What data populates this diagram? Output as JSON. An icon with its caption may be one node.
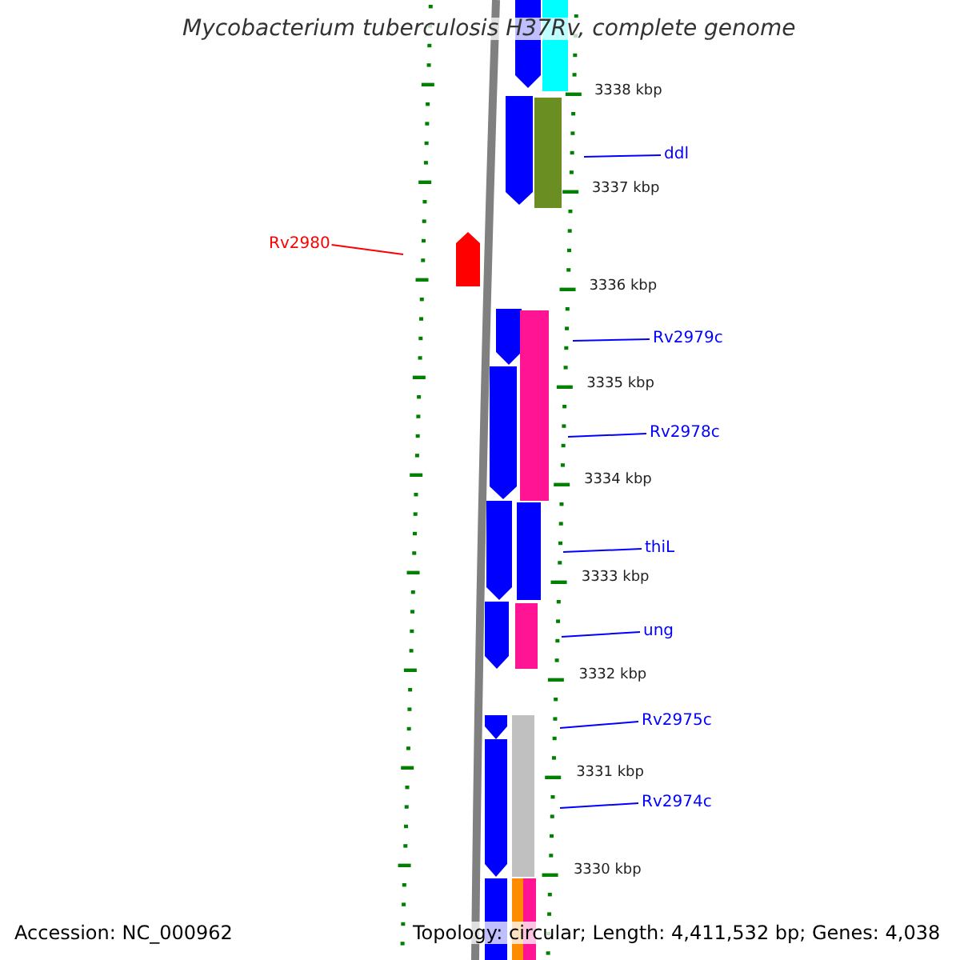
{
  "diagram": {
    "title": "Mycobacterium tuberculosis H37Rv, complete genome",
    "nodes": [
      {
        "text": [
          "ddl"
        ]
      },
      {
        "text": [
          "Rv2980"
        ]
      },
      {
        "text": [
          "Rv2979c"
        ]
      },
      {
        "text": [
          "Rv2978c"
        ]
      },
      {
        "text": [
          "thiL"
        ]
      },
      {
        "text": [
          "ung"
        ]
      },
      {
        "text": [
          "Rv2975c"
        ]
      },
      {
        "text": [
          "Rv2974c"
        ]
      }
    ],
    "edges": [
      {
        "from": 0,
        "to": null,
        "arrow": "none"
      },
      {
        "from": 1,
        "to": null,
        "arrow": "none",
        "color": "#ff0000"
      },
      {
        "from": 2,
        "to": null,
        "arrow": "none"
      },
      {
        "from": 3,
        "to": null,
        "arrow": "none"
      },
      {
        "from": 4,
        "to": null,
        "arrow": "none"
      },
      {
        "from": 5,
        "to": null,
        "arrow": "none"
      },
      {
        "from": 6,
        "to": null,
        "arrow": "none"
      },
      {
        "from": 7,
        "to": null,
        "arrow": "none"
      }
    ],
    "labels": [
      "3338 kbp",
      "3337 kbp",
      "3336 kbp",
      "3335 kbp",
      "3334 kbp",
      "3333 kbp",
      "3332 kbp",
      "3331 kbp",
      "3330 kbp",
      "Accession: NC_000962",
      "Topology: circular; Length: 4,411,532 bp; Genes: 4,038"
    ]
  }
}
